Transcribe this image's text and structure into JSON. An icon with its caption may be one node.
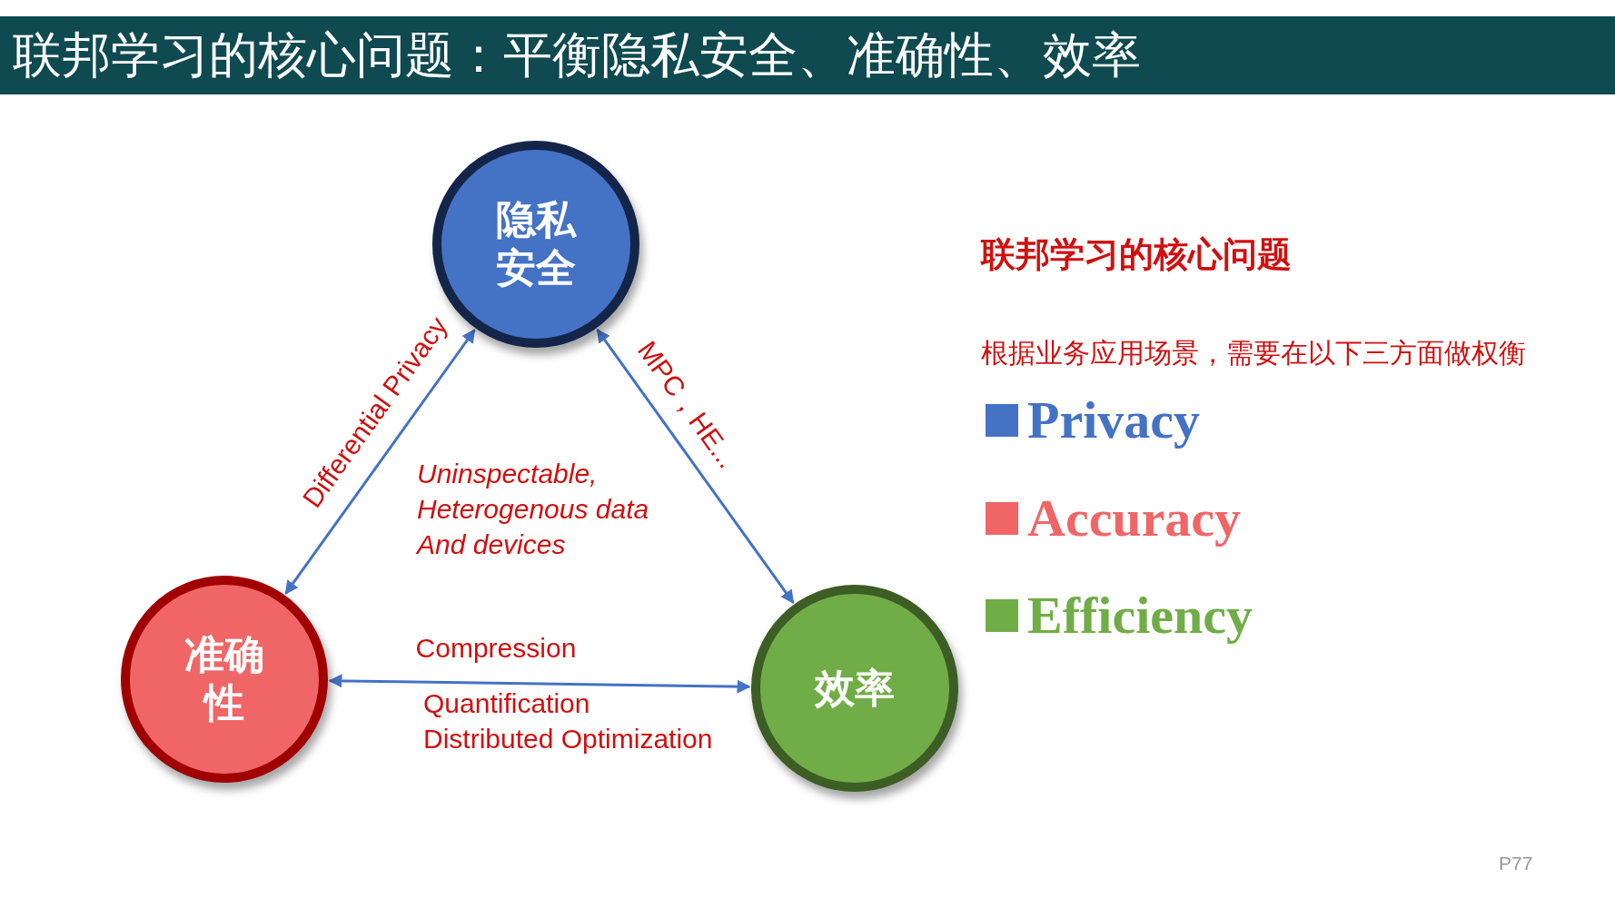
{
  "diagram": {
    "title": "联邦学习的核心问题：平衡隐私安全、准确性、效率",
    "nodes": [
      {
        "text": [
          "隐私安全"
        ]
      },
      {
        "text": [
          "准确性"
        ]
      },
      {
        "text": [
          "效率"
        ]
      }
    ],
    "edges": [
      {
        "from": 0,
        "to": 1,
        "arrow": "both",
        "label": "Differential Privacy"
      },
      {
        "from": 0,
        "to": 2,
        "arrow": "both",
        "label": "MPC，HE..."
      },
      {
        "from": 1,
        "to": 2,
        "arrow": "both",
        "label": "Compression"
      }
    ],
    "labels": [
      "Uninspectable, Heterogenous data And devices",
      "Quantification Distributed Optimization",
      "联邦学习的核心问题",
      "根据业务应用场景，需要在以下三方面做权衡",
      "P77"
    ],
    "legend": [
      {
        "text": "Privacy",
        "color": "#4472c4"
      },
      {
        "text": "Accuracy",
        "color": "#f06666"
      },
      {
        "text": "Efficiency",
        "color": "#70ad47"
      }
    ]
  }
}
